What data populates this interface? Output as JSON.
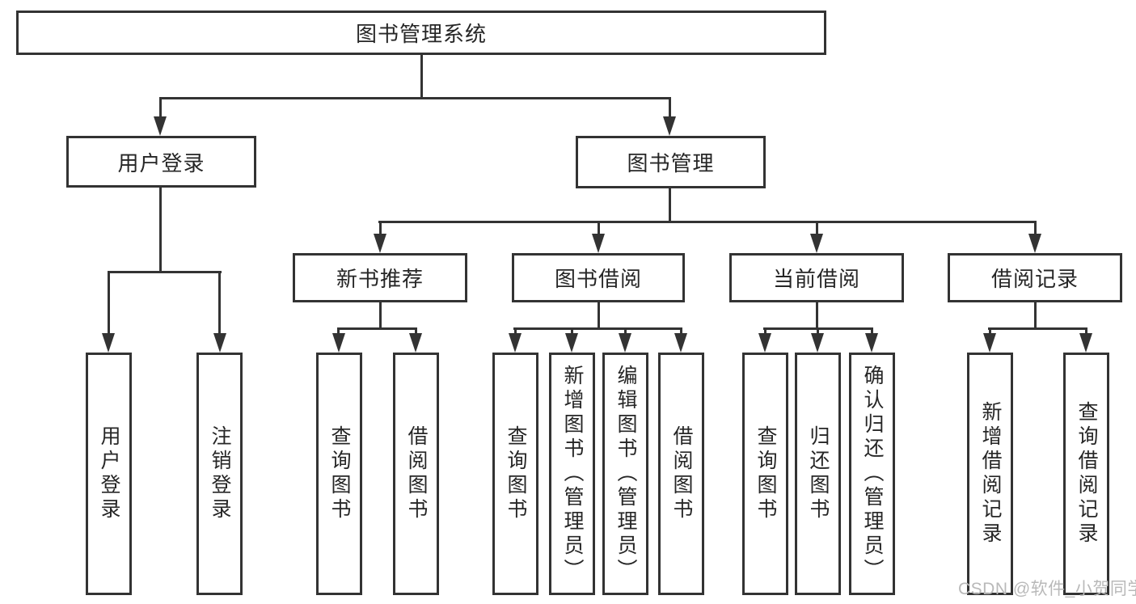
{
  "diagram": {
    "root": {
      "label": "图书管理系统"
    },
    "level2": [
      {
        "label": "用户登录"
      },
      {
        "label": "图书管理"
      }
    ],
    "level3": [
      {
        "label": "新书推荐"
      },
      {
        "label": "图书借阅"
      },
      {
        "label": "当前借阅"
      },
      {
        "label": "借阅记录"
      }
    ],
    "leaves": {
      "login": [
        "用户登录",
        "注销登录"
      ],
      "newbook": [
        "查询图书",
        "借阅图书"
      ],
      "borrow": [
        "查询图书",
        "新增图书（管理员）",
        "编辑图书（管理员）",
        "借阅图书"
      ],
      "current": [
        "查询图书",
        "归还图书",
        "确认归还（管理员）"
      ],
      "records": [
        "新增借阅记录",
        "查询借阅记录"
      ]
    }
  },
  "watermark": {
    "text": "CSDN @软件_小贺同学"
  },
  "colors": {
    "line": "#333333",
    "text": "#262626",
    "background": "#ffffff",
    "watermark": "#b9b9b9"
  }
}
